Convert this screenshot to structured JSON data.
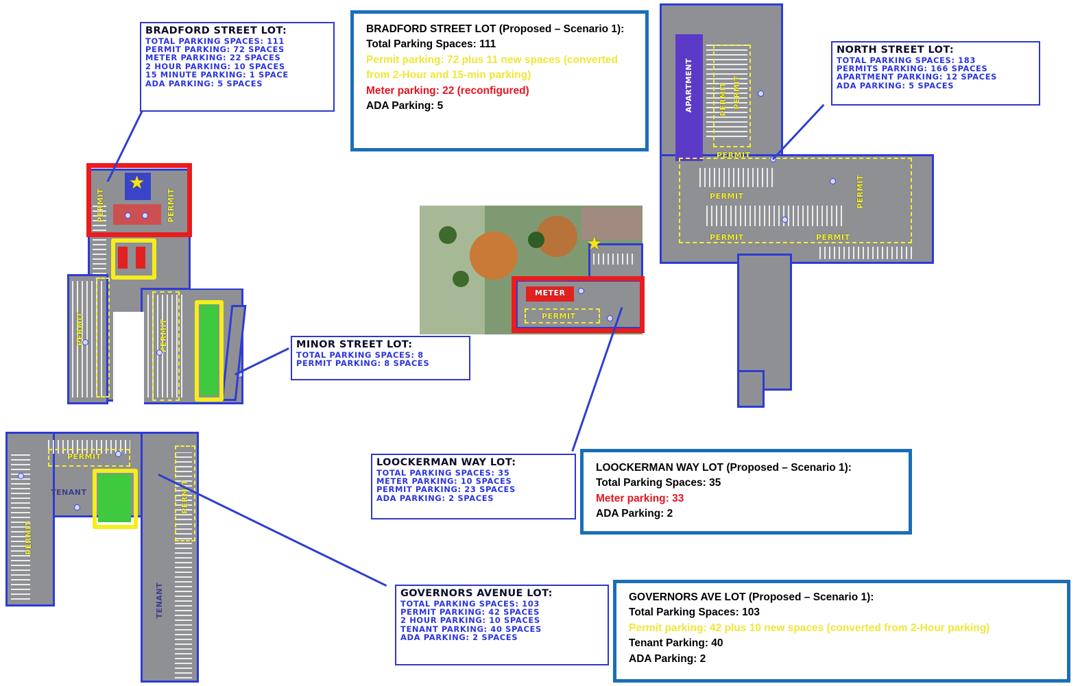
{
  "lots": {
    "bradford": {
      "legend_title": "BRADFORD STREET LOT:",
      "legend_lines": [
        "TOTAL PARKING SPACES: 111",
        "PERMIT PARKING: 72 SPACES",
        "METER PARKING: 22 SPACES",
        "2 HOUR PARKING: 10 SPACES",
        "15 MINUTE PARKING: 1 SPACE",
        "ADA PARKING: 5 SPACES"
      ],
      "proposal": {
        "title": "BRADFORD STREET LOT (Proposed – Scenario 1):",
        "total": "Total Parking Spaces: 111",
        "permit": "Permit parking: 72 plus 11 new spaces (converted from 2-Hour and 15-min parking)",
        "meter": "Meter parking: 22 (reconfigured)",
        "ada": "ADA Parking: 5"
      }
    },
    "north": {
      "legend_title": "NORTH STREET LOT:",
      "legend_lines": [
        "TOTAL PARKING SPACES: 183",
        "PERMITS PARKING: 166 SPACES",
        "APARTMENT PARKING: 12 SPACES",
        "ADA PARKING: 5 SPACES"
      ]
    },
    "minor": {
      "legend_title": "MINOR STREET LOT:",
      "legend_lines": [
        "TOTAL PARKING SPACES: 8",
        "PERMIT PARKING: 8 SPACES"
      ]
    },
    "loockerman": {
      "legend_title": "LOOCKERMAN WAY LOT:",
      "legend_lines": [
        "TOTAL PARKING SPACES: 35",
        "METER PARKING: 10 SPACES",
        "PERMIT PARKING: 23 SPACES",
        "ADA PARKING: 2 SPACES"
      ],
      "proposal": {
        "title": "LOOCKERMAN WAY LOT (Proposed – Scenario 1):",
        "total": "Total Parking Spaces: 35",
        "meter": "Meter parking: 33",
        "ada": "ADA Parking: 2"
      }
    },
    "governors": {
      "legend_title": "GOVERNORS AVENUE LOT:",
      "legend_lines": [
        "TOTAL PARKING SPACES: 103",
        "PERMIT PARKING: 42 SPACES",
        "2 HOUR PARKING: 10 SPACES",
        "TENANT PARKING: 40 SPACES",
        "ADA PARKING: 2 SPACES"
      ],
      "proposal": {
        "title": "GOVERNORS AVE LOT (Proposed – Scenario 1):",
        "total": "Total Parking Spaces: 103",
        "permit": "Permit parking: 42 plus 10 new spaces (converted from 2-Hour parking)",
        "tenant": "Tenant Parking: 40",
        "ada": "ADA Parking: 2"
      }
    }
  },
  "plan_labels": {
    "permit": "PERMIT",
    "meter": "METER",
    "tenant": "TENANT",
    "apartment": "APARTMENT"
  },
  "colors": {
    "highlight_red": "#ea1c1c",
    "highlight_yellow": "#f4ee1c",
    "box_border": "#1a6eb8",
    "legend_text": "#2b35e0",
    "permit_text": "#f0e63a",
    "meter_text": "#e8141e"
  }
}
